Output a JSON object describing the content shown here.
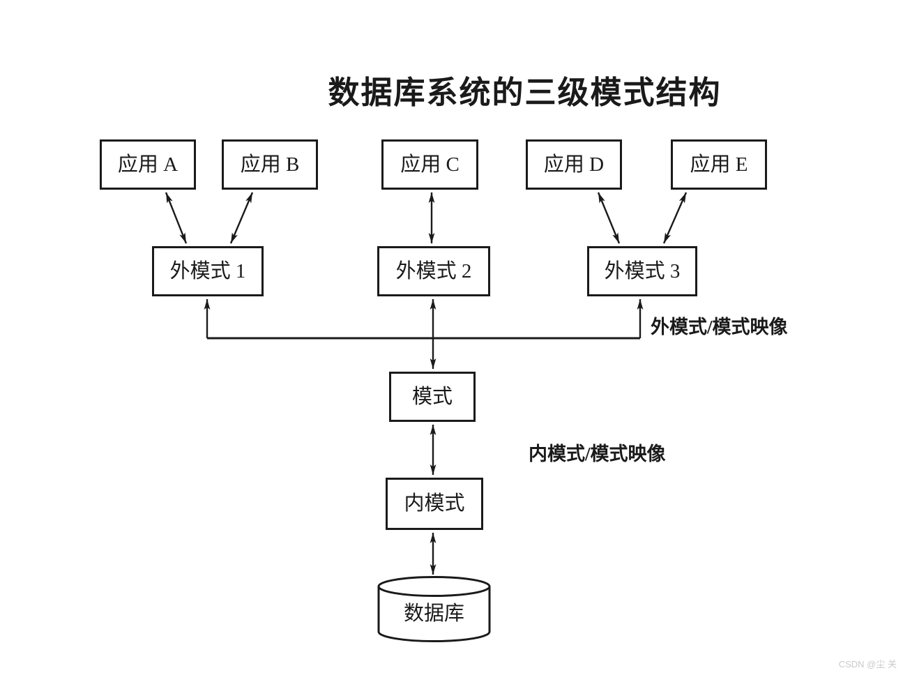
{
  "colors": {
    "ink": "#1a1a1a",
    "background": "#ffffff",
    "watermark": "#c9c9c9"
  },
  "title": {
    "text": "数据库系统的三级模式结构"
  },
  "applications": [
    {
      "id": "A",
      "label": "应用 A"
    },
    {
      "id": "B",
      "label": "应用 B"
    },
    {
      "id": "C",
      "label": "应用 C"
    },
    {
      "id": "D",
      "label": "应用 D"
    },
    {
      "id": "E",
      "label": "应用 E"
    }
  ],
  "external_schemas": [
    {
      "id": "1",
      "label": "外模式 1"
    },
    {
      "id": "2",
      "label": "外模式 2"
    },
    {
      "id": "3",
      "label": "外模式 3"
    }
  ],
  "schema": {
    "label": "模式"
  },
  "internal_schema": {
    "label": "内模式"
  },
  "database": {
    "label": "数据库"
  },
  "mapping_labels": {
    "external_schema_mapping": "外模式/模式映像",
    "internal_schema_mapping": "内模式/模式映像"
  },
  "watermark": {
    "text": "CSDN @尘 关"
  }
}
